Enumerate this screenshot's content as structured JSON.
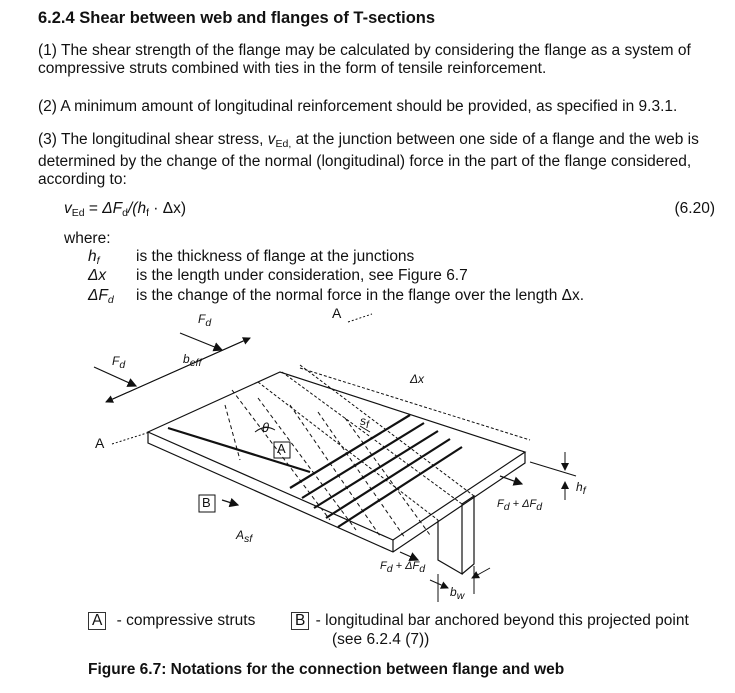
{
  "heading": "6.2.4 Shear between web and flanges of T-sections",
  "para1": "(1) The shear strength of the flange may be calculated by considering the flange as a system of compressive struts combined with ties in the form of tensile reinforcement.",
  "para2": "(2) A minimum amount of longitudinal reinforcement should be provided, as specified in 9.3.1.",
  "para3_prefix": "(3) The longitudinal shear stress, ",
  "para3_var": "v",
  "para3_sub": "Ed,",
  "para3_rest": " at the junction between one side of a flange and the web is determined by the change of the normal (longitudinal) force in the part of the flange considered, according to:",
  "equation": {
    "lhs": "v",
    "lhs_sub": "Ed",
    "eq": " = ",
    "rhs_delta": "ΔF",
    "rhs_sub": "d",
    "rhs_mid": "/(h",
    "rhs_sub2": "f",
    "rhs_end": " · Δx)",
    "number": "(6.20)"
  },
  "where": "where:",
  "definitions": [
    {
      "sym": "h",
      "sym_sub": "f",
      "text": "is the thickness of flange at the junctions"
    },
    {
      "sym": "Δx",
      "sym_sub": "",
      "text": "is the length under consideration, see Figure 6.7"
    },
    {
      "sym": "ΔF",
      "sym_sub": "d",
      "text": "is the change of the normal force in the flange over the length Δx."
    }
  ],
  "figure": {
    "Fd": "F",
    "Fd_sub": "d",
    "A": "A",
    "B": "B",
    "beff": "b",
    "beff_sub": "eff",
    "dx": "Δx",
    "theta": "θ",
    "sf": "s",
    "sf_sub": "f",
    "hf": "h",
    "hf_sub": "f",
    "asf": "A",
    "asf_sub": "sf",
    "fd_plus": "F",
    "fd_plus_mid": " + ΔF",
    "bw": "b",
    "bw_sub": "w"
  },
  "legend": {
    "a_box": "A",
    "a_text": "- compressive struts",
    "b_box": "B",
    "b_text": "- longitudinal bar anchored beyond this projected point",
    "b_text2": "(see 6.2.4 (7))"
  },
  "caption": "Figure 6.7: Notations for the connection between flange and web"
}
